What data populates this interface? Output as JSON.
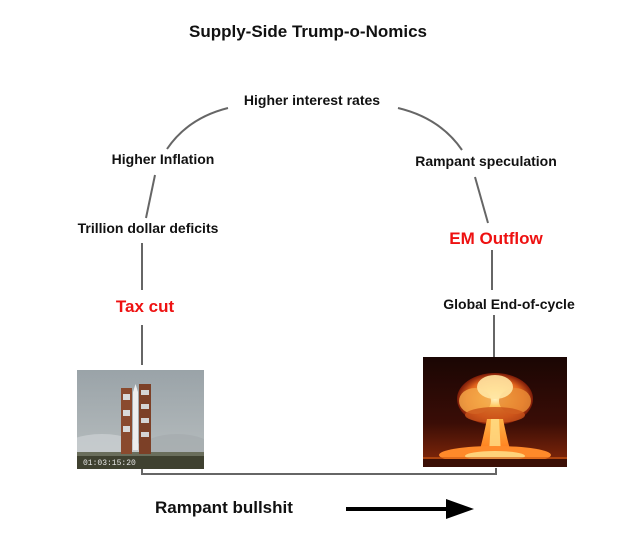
{
  "title": "Supply-Side Trump-o-Nomics",
  "cycle": {
    "left_start": "Tax cut",
    "left_1": "Trillion dollar deficits",
    "left_2": "Higher Inflation",
    "top": "Higher interest rates",
    "right_1": "Rampant speculation",
    "right_2": "EM Outflow",
    "right_end": "Global End-of-cycle"
  },
  "images": {
    "left": {
      "icon": "rocket-launch-icon",
      "timestamp": "01:03:15:20"
    },
    "right": {
      "icon": "nuclear-explosion-icon"
    }
  },
  "footer": {
    "label": "Rampant bullshit",
    "arrow": "right-arrow-icon"
  },
  "colors": {
    "text": "#111111",
    "accent": "#ee1111",
    "connector": "#555555",
    "arrow": "#000000"
  }
}
